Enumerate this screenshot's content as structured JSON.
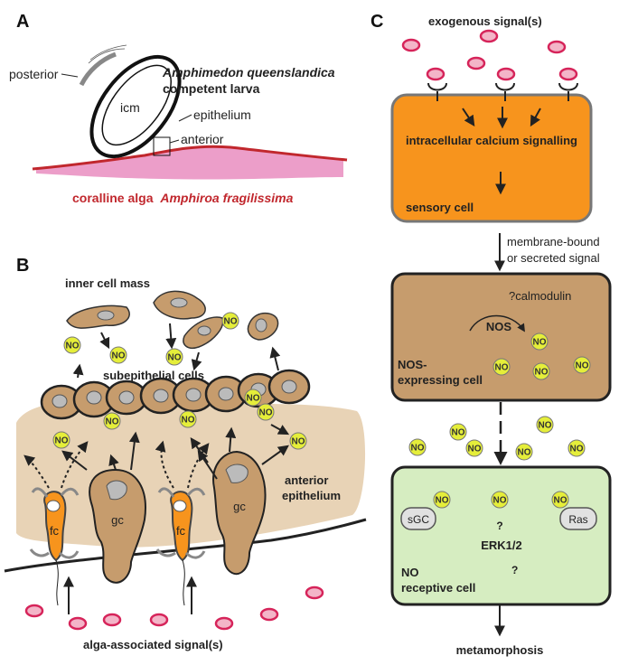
{
  "panels": {
    "a": "A",
    "b": "B",
    "c": "C"
  },
  "panel_a": {
    "species": "Amphimedon queenslandica",
    "larva": "competent larva",
    "posterior": "posterior",
    "icm": "icm",
    "epithelium": "epithelium",
    "anterior": "anterior",
    "alga_prefix": "coralline alga",
    "alga_species": "Amphiroa fragilissima"
  },
  "panel_b": {
    "inner_cell_mass": "inner cell mass",
    "subepithelial": "subepithelial cells",
    "anterior": "anterior",
    "epithelium": "epithelium",
    "gc": "gc",
    "fc": "fc",
    "no": "NO",
    "signals": "alga-associated signal(s)"
  },
  "panel_c": {
    "exogenous": "exogenous signal(s)",
    "calcium": "intracellular calcium signalling",
    "sensory_cell": "sensory cell",
    "membrane_bound": "membrane-bound",
    "or_secreted": "or secreted signal",
    "calmodulin": "?calmodulin",
    "nos": "NOS",
    "nos_cell_1": "NOS-",
    "nos_cell_2": "expressing cell",
    "sgc": "sGC",
    "ras": "Ras",
    "erk": "ERK1/2",
    "question": "?",
    "receptive_1": "NO",
    "receptive_2": "receptive cell",
    "metamorphosis": "metamorphosis",
    "no": "NO"
  },
  "colors": {
    "orange": "#f7941d",
    "brown": "#c69c6d",
    "beige": "#e8d3b6",
    "green": "#d6edc1",
    "no_yellow": "#e5ee3a",
    "signal_red": "#e8366e",
    "signal_pink": "#f3b5c8",
    "alga_red": "#c1272d",
    "alga_pink": "#ec9ec9"
  }
}
